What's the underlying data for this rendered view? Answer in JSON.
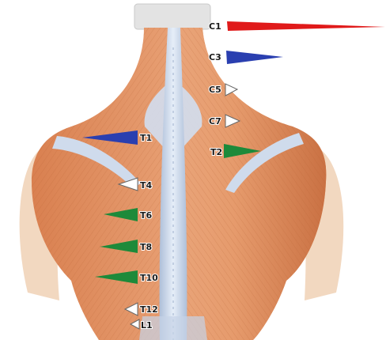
{
  "figure": {
    "subject": "posterior-back-muscle-anatomy",
    "colors": {
      "skin": "#f1d3b6",
      "muscle_light": "#e8a070",
      "muscle_dark": "#c66a3a",
      "fascia": "#c9d7ea",
      "collar": "#dcdcdc"
    }
  },
  "markers": [
    {
      "id": "C1",
      "label": "C1",
      "color": "#e01a1a",
      "size": "large",
      "side": "right"
    },
    {
      "id": "C3",
      "label": "C3",
      "color": "#2a3fb0",
      "size": "medium",
      "side": "right"
    },
    {
      "id": "C5",
      "label": "C5",
      "color": "#ffffff",
      "size": "small",
      "side": "right"
    },
    {
      "id": "C7",
      "label": "C7",
      "color": "#ffffff",
      "size": "small",
      "side": "right"
    },
    {
      "id": "T1",
      "label": "T1",
      "color": "#2a3fb0",
      "size": "medium",
      "side": "left"
    },
    {
      "id": "T2",
      "label": "T2",
      "color": "#1d8a3a",
      "size": "medium",
      "side": "right"
    },
    {
      "id": "T4",
      "label": "T4",
      "color": "#ffffff",
      "size": "small",
      "side": "left"
    },
    {
      "id": "T6",
      "label": "T6",
      "color": "#1d8a3a",
      "size": "medium",
      "side": "left"
    },
    {
      "id": "T8",
      "label": "T8",
      "color": "#1d8a3a",
      "size": "medium",
      "side": "left"
    },
    {
      "id": "T10",
      "label": "T10",
      "color": "#1d8a3a",
      "size": "medium",
      "side": "left"
    },
    {
      "id": "T12",
      "label": "T12",
      "color": "#ffffff",
      "size": "small",
      "side": "left"
    },
    {
      "id": "L1",
      "label": "L1",
      "color": "#ffffff",
      "size": "small",
      "side": "left"
    }
  ]
}
